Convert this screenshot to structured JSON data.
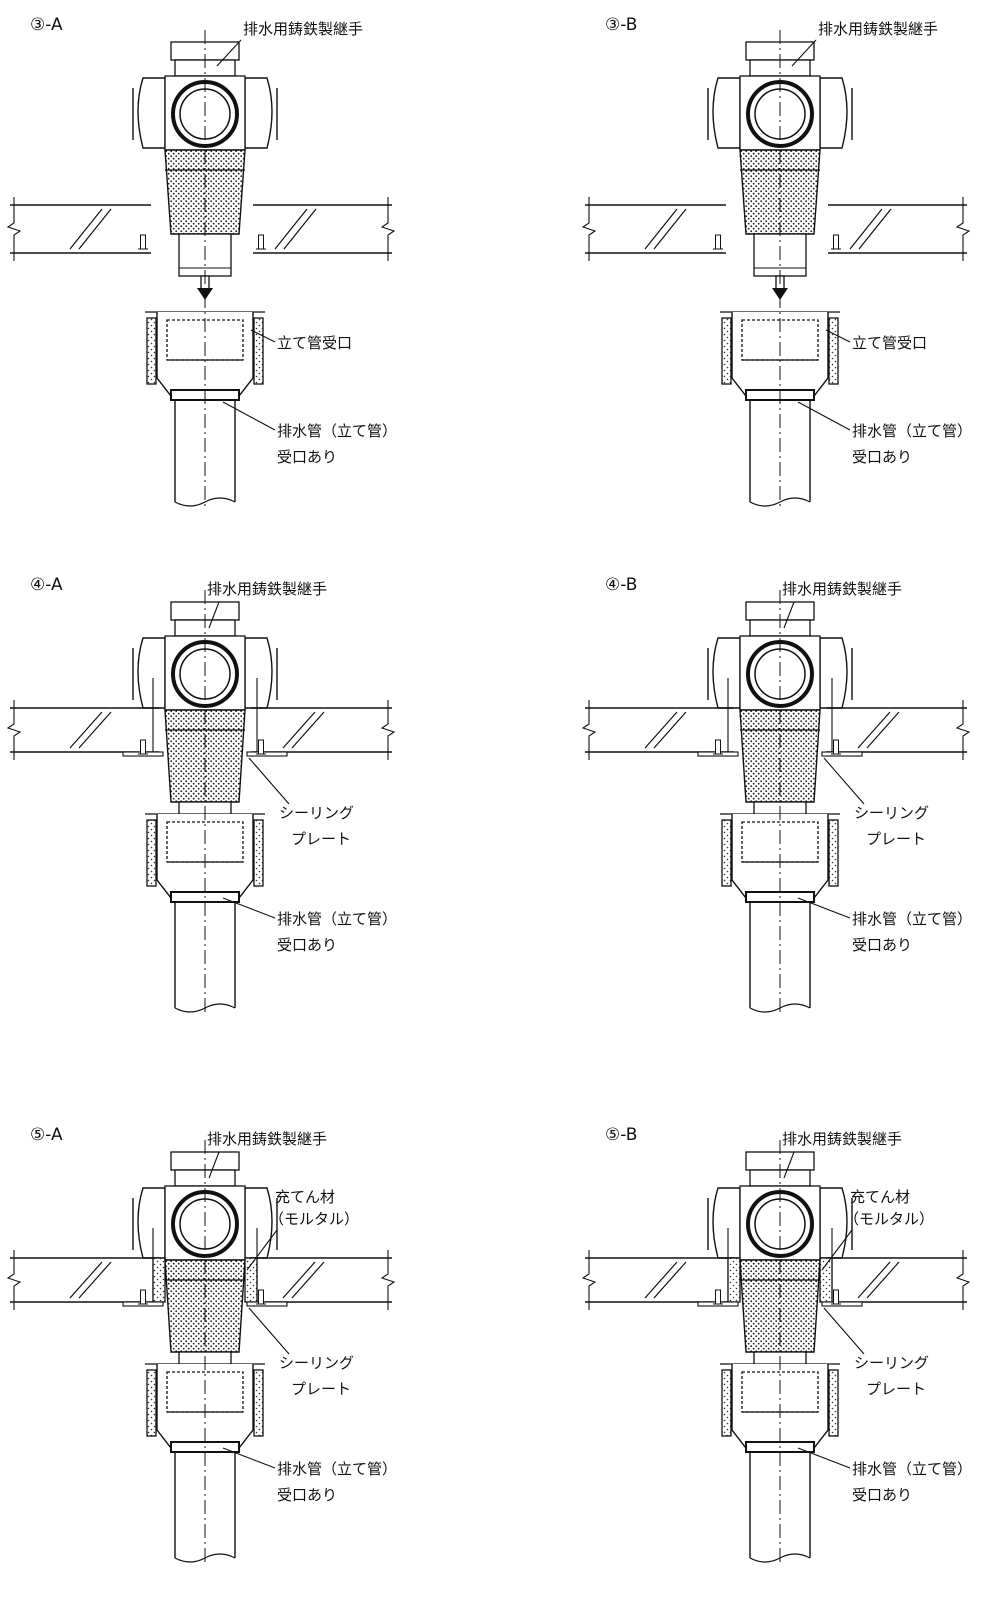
{
  "panels": [
    {
      "id": "3A",
      "title": "③-A",
      "stage": 3,
      "labels": {
        "joint": "排水用鋳鉄製継手",
        "receiver": "立て管受口",
        "pipe": [
          "排水管（立て管）",
          "受口あり"
        ]
      }
    },
    {
      "id": "3B",
      "title": "③-B",
      "stage": 3,
      "labels": {
        "joint": "排水用鋳鉄製継手",
        "receiver": "立て管受口",
        "pipe": [
          "排水管（立て管）",
          "受口あり"
        ]
      }
    },
    {
      "id": "4A",
      "title": "④-A",
      "stage": 4,
      "labels": {
        "joint": "排水用鋳鉄製継手",
        "sealing": [
          "シーリング",
          "プレート"
        ],
        "pipe": [
          "排水管（立て管）",
          "受口あり"
        ]
      }
    },
    {
      "id": "4B",
      "title": "④-B",
      "stage": 4,
      "labels": {
        "joint": "排水用鋳鉄製継手",
        "sealing": [
          "シーリング",
          "プレート"
        ],
        "pipe": [
          "排水管（立て管）",
          "受口あり"
        ]
      }
    },
    {
      "id": "5A",
      "title": "⑤-A",
      "stage": 5,
      "labels": {
        "joint": "排水用鋳鉄製継手",
        "filler": [
          "充てん材",
          "（モルタル）"
        ],
        "sealing": [
          "シーリング",
          "プレート"
        ],
        "pipe": [
          "排水管（立て管）",
          "受口あり"
        ]
      }
    },
    {
      "id": "5B",
      "title": "⑤-B",
      "stage": 5,
      "labels": {
        "joint": "排水用鋳鉄製継手",
        "filler": [
          "充てん材",
          "（モルタル）"
        ],
        "sealing": [
          "シーリング",
          "プレート"
        ],
        "pipe": [
          "排水管（立て管）",
          "受口あり"
        ]
      }
    }
  ]
}
